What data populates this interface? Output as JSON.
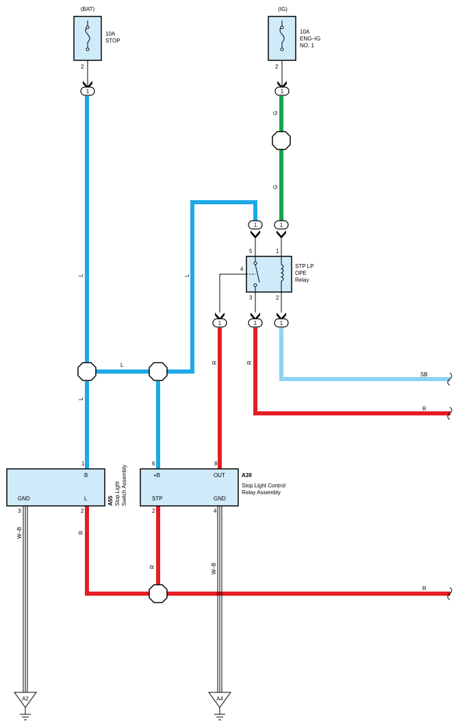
{
  "colors": {
    "L": "#1ea8e6",
    "G": "#16a34a",
    "R": "#e31e24",
    "SB": "#8fd3f2",
    "W-B": "#000000",
    "box_fill": "#cfeaf8"
  },
  "fuses": {
    "stop": {
      "source": "(BAT)",
      "rating": "10A",
      "name": "STOP",
      "pin": "2"
    },
    "engig": {
      "source": "(IG)",
      "rating": "10A",
      "name_line1": "ENG–IG",
      "name_line2": "NO. 1",
      "pin": "2"
    }
  },
  "connectors": {
    "pin": "1"
  },
  "relay": {
    "name_line1": "STP LP",
    "name_line2": "OPE",
    "name_line3": "Relay",
    "pin5": "5",
    "pin1": "1",
    "pin4": "4",
    "pin3": "3",
    "pin2": "2"
  },
  "a55": {
    "code": "A55",
    "name_line1": "Stop Light",
    "name_line2": "Switch Assembly",
    "pin_b": "1",
    "pin_gnd": "3",
    "pin_l": "2",
    "term_b": "B",
    "term_gnd": "GND",
    "term_l": "L"
  },
  "a39": {
    "code": "A39",
    "name_line1": "Stop Light Control",
    "name_line2": "Relay Assembly",
    "pin_b": "6",
    "pin_out": "8",
    "pin_stp": "2",
    "pin_gnd": "4",
    "term_b": "+B",
    "term_out": "OUT",
    "term_stp": "STP",
    "term_gnd": "GND"
  },
  "wire_labels": {
    "L": "L",
    "G": "G",
    "R": "R",
    "SB": "SB",
    "WB": "W–B"
  },
  "grounds": {
    "a2": "A2",
    "a4": "A4"
  }
}
